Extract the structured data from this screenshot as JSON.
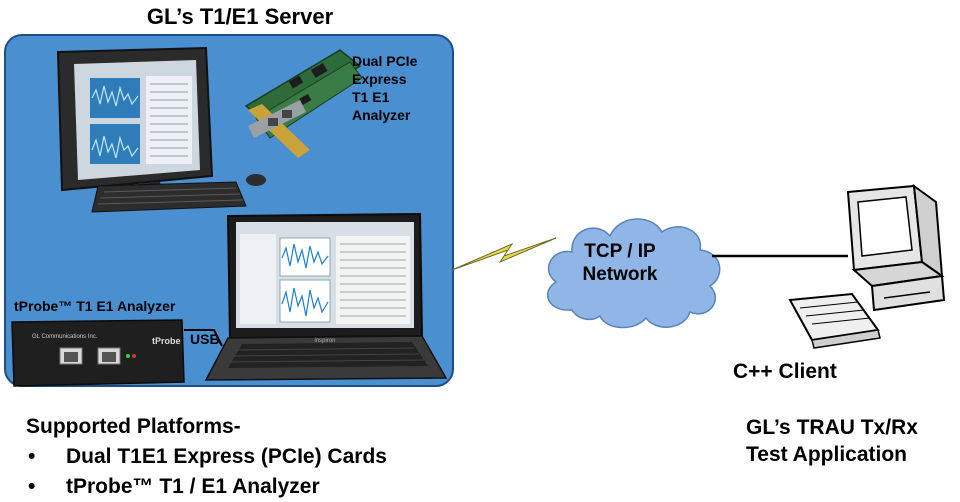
{
  "diagram": {
    "title": "GL’s T1/E1 Server",
    "server_box": {
      "card_label": [
        "Dual PCIe",
        "Express",
        "T1 E1",
        "Analyzer"
      ],
      "tprobe_label": "tProbe™ T1 E1 Analyzer",
      "usb_label": "USB",
      "device_brand": "GL Communications Inc.",
      "device_logo": "tProbe",
      "laptop_brand": "inspiron"
    },
    "network": {
      "label_line1": "TCP / IP",
      "label_line2": "Network"
    },
    "client": {
      "label": "C++ Client",
      "app_line1": "GL’s TRAU Tx/Rx",
      "app_line2": "Test Application"
    },
    "platforms": {
      "heading": "Supported Platforms-",
      "bullet": "•",
      "items": [
        "Dual T1E1 Express (PCIe) Cards",
        "tProbe™ T1 / E1 Analyzer"
      ]
    },
    "colors": {
      "server_box": "#4a8fd0",
      "cloud": "#8fb6e6",
      "lightning": "#e8d84a"
    }
  }
}
